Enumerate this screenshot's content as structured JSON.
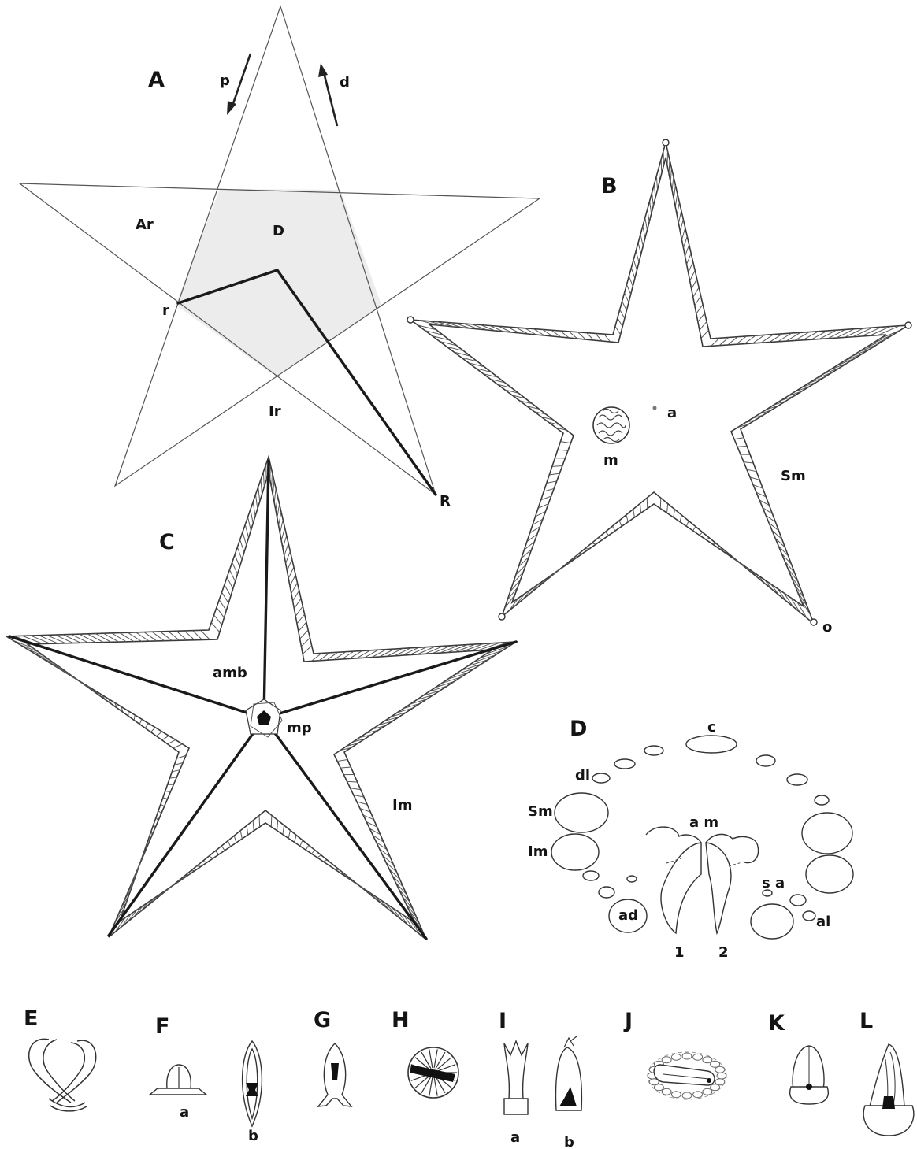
{
  "figures": {
    "A": {
      "panel_label": "A",
      "labels": {
        "p": "p",
        "d": "d",
        "Ar": "Ar",
        "D": "D",
        "r": "r",
        "Ir": "Ir",
        "R": "R"
      }
    },
    "B": {
      "panel_label": "B",
      "labels": {
        "a": "a",
        "m": "m",
        "Sm": "Sm",
        "o": "o"
      }
    },
    "C": {
      "panel_label": "C",
      "labels": {
        "amb": "amb",
        "mp": "mp",
        "Im": "Im"
      }
    },
    "D": {
      "panel_label": "D",
      "labels": {
        "c": "c",
        "dl": "dl",
        "Sm": "Sm",
        "Im": "Im",
        "am": "a m",
        "sa": "s a",
        "ad": "ad",
        "al": "al",
        "n1": "1",
        "n2": "2"
      }
    },
    "E": {
      "panel_label": "E"
    },
    "F": {
      "panel_label": "F",
      "sub_a": "a",
      "sub_b": "b"
    },
    "G": {
      "panel_label": "G"
    },
    "H": {
      "panel_label": "H"
    },
    "I": {
      "panel_label": "I",
      "sub_a": "a",
      "sub_b": "b"
    },
    "J": {
      "panel_label": "J"
    },
    "K": {
      "panel_label": "K"
    },
    "L": {
      "panel_label": "L"
    }
  },
  "colors": {
    "ink": "#141414",
    "line": "#3a3a3a",
    "shade": "#ececec"
  }
}
